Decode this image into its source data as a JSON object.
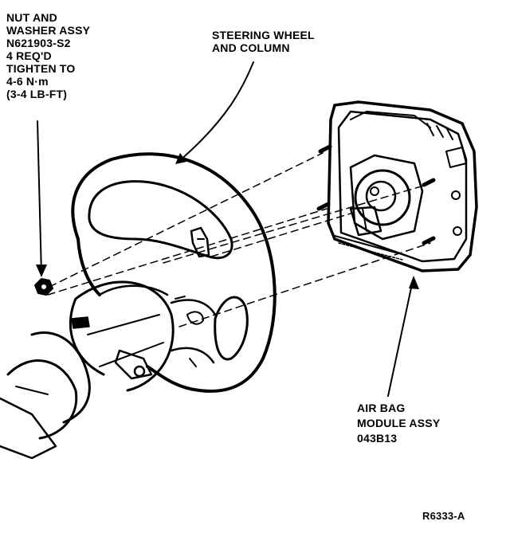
{
  "callouts": {
    "nut_washer": {
      "lines": [
        "NUT AND",
        "WASHER ASSY",
        "N621903-S2",
        "4 REQ'D",
        "TIGHTEN TO",
        "4-6 N·m",
        "(3-4 LB-FT)"
      ]
    },
    "steering_wheel": {
      "lines": [
        "STEERING WHEEL",
        "AND COLUMN"
      ]
    },
    "air_bag": {
      "lines": [
        "AIR BAG",
        "MODULE ASSY",
        "043B13"
      ]
    }
  },
  "figure_ref": "R6333-A",
  "colors": {
    "ink": "#000000",
    "paper": "#ffffff"
  }
}
